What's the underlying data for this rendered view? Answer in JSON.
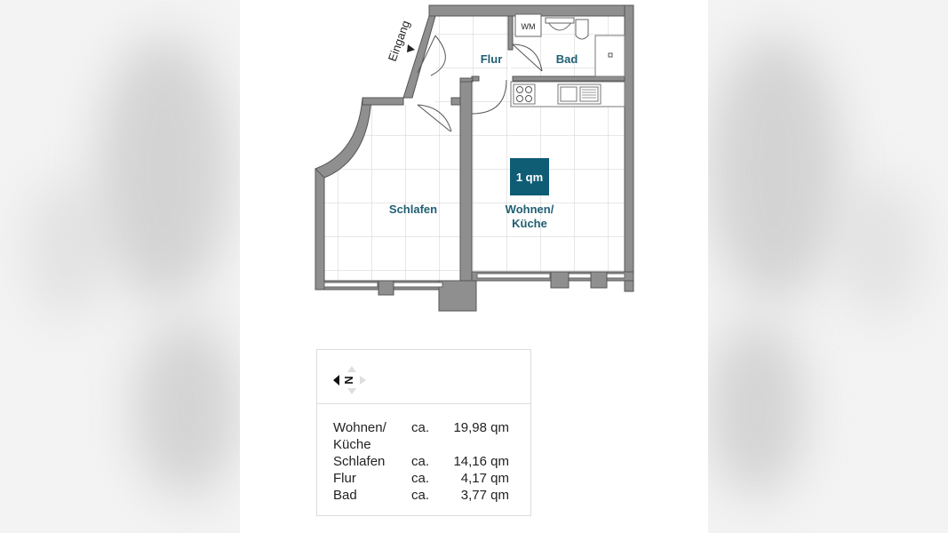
{
  "plan": {
    "entrance_label": "Eingang",
    "scale_badge": "1 qm",
    "rooms": {
      "flur": "Flur",
      "bad": "Bad",
      "schlafen": "Schlafen",
      "wohnen_line1": "Wohnen/",
      "wohnen_line2": "Küche"
    },
    "washing_machine": "WM"
  },
  "legend": {
    "compass_letter": "N",
    "areas": [
      {
        "name_line1": "Wohnen/",
        "name_line2": "Küche",
        "ca": "ca.",
        "value": "19,98 qm"
      },
      {
        "name_line1": "Schlafen",
        "name_line2": "",
        "ca": "ca.",
        "value": "14,16 qm"
      },
      {
        "name_line1": "Flur",
        "name_line2": "",
        "ca": "ca.",
        "value": "4,17 qm"
      },
      {
        "name_line1": "Bad",
        "name_line2": "",
        "ca": "ca.",
        "value": "3,77 qm"
      }
    ]
  },
  "colors": {
    "wall": "#8f8f8f",
    "wall_dark": "#555555",
    "grid": "#d0d0d0",
    "label": "#1f5f73",
    "badge": "#0f5c75"
  }
}
